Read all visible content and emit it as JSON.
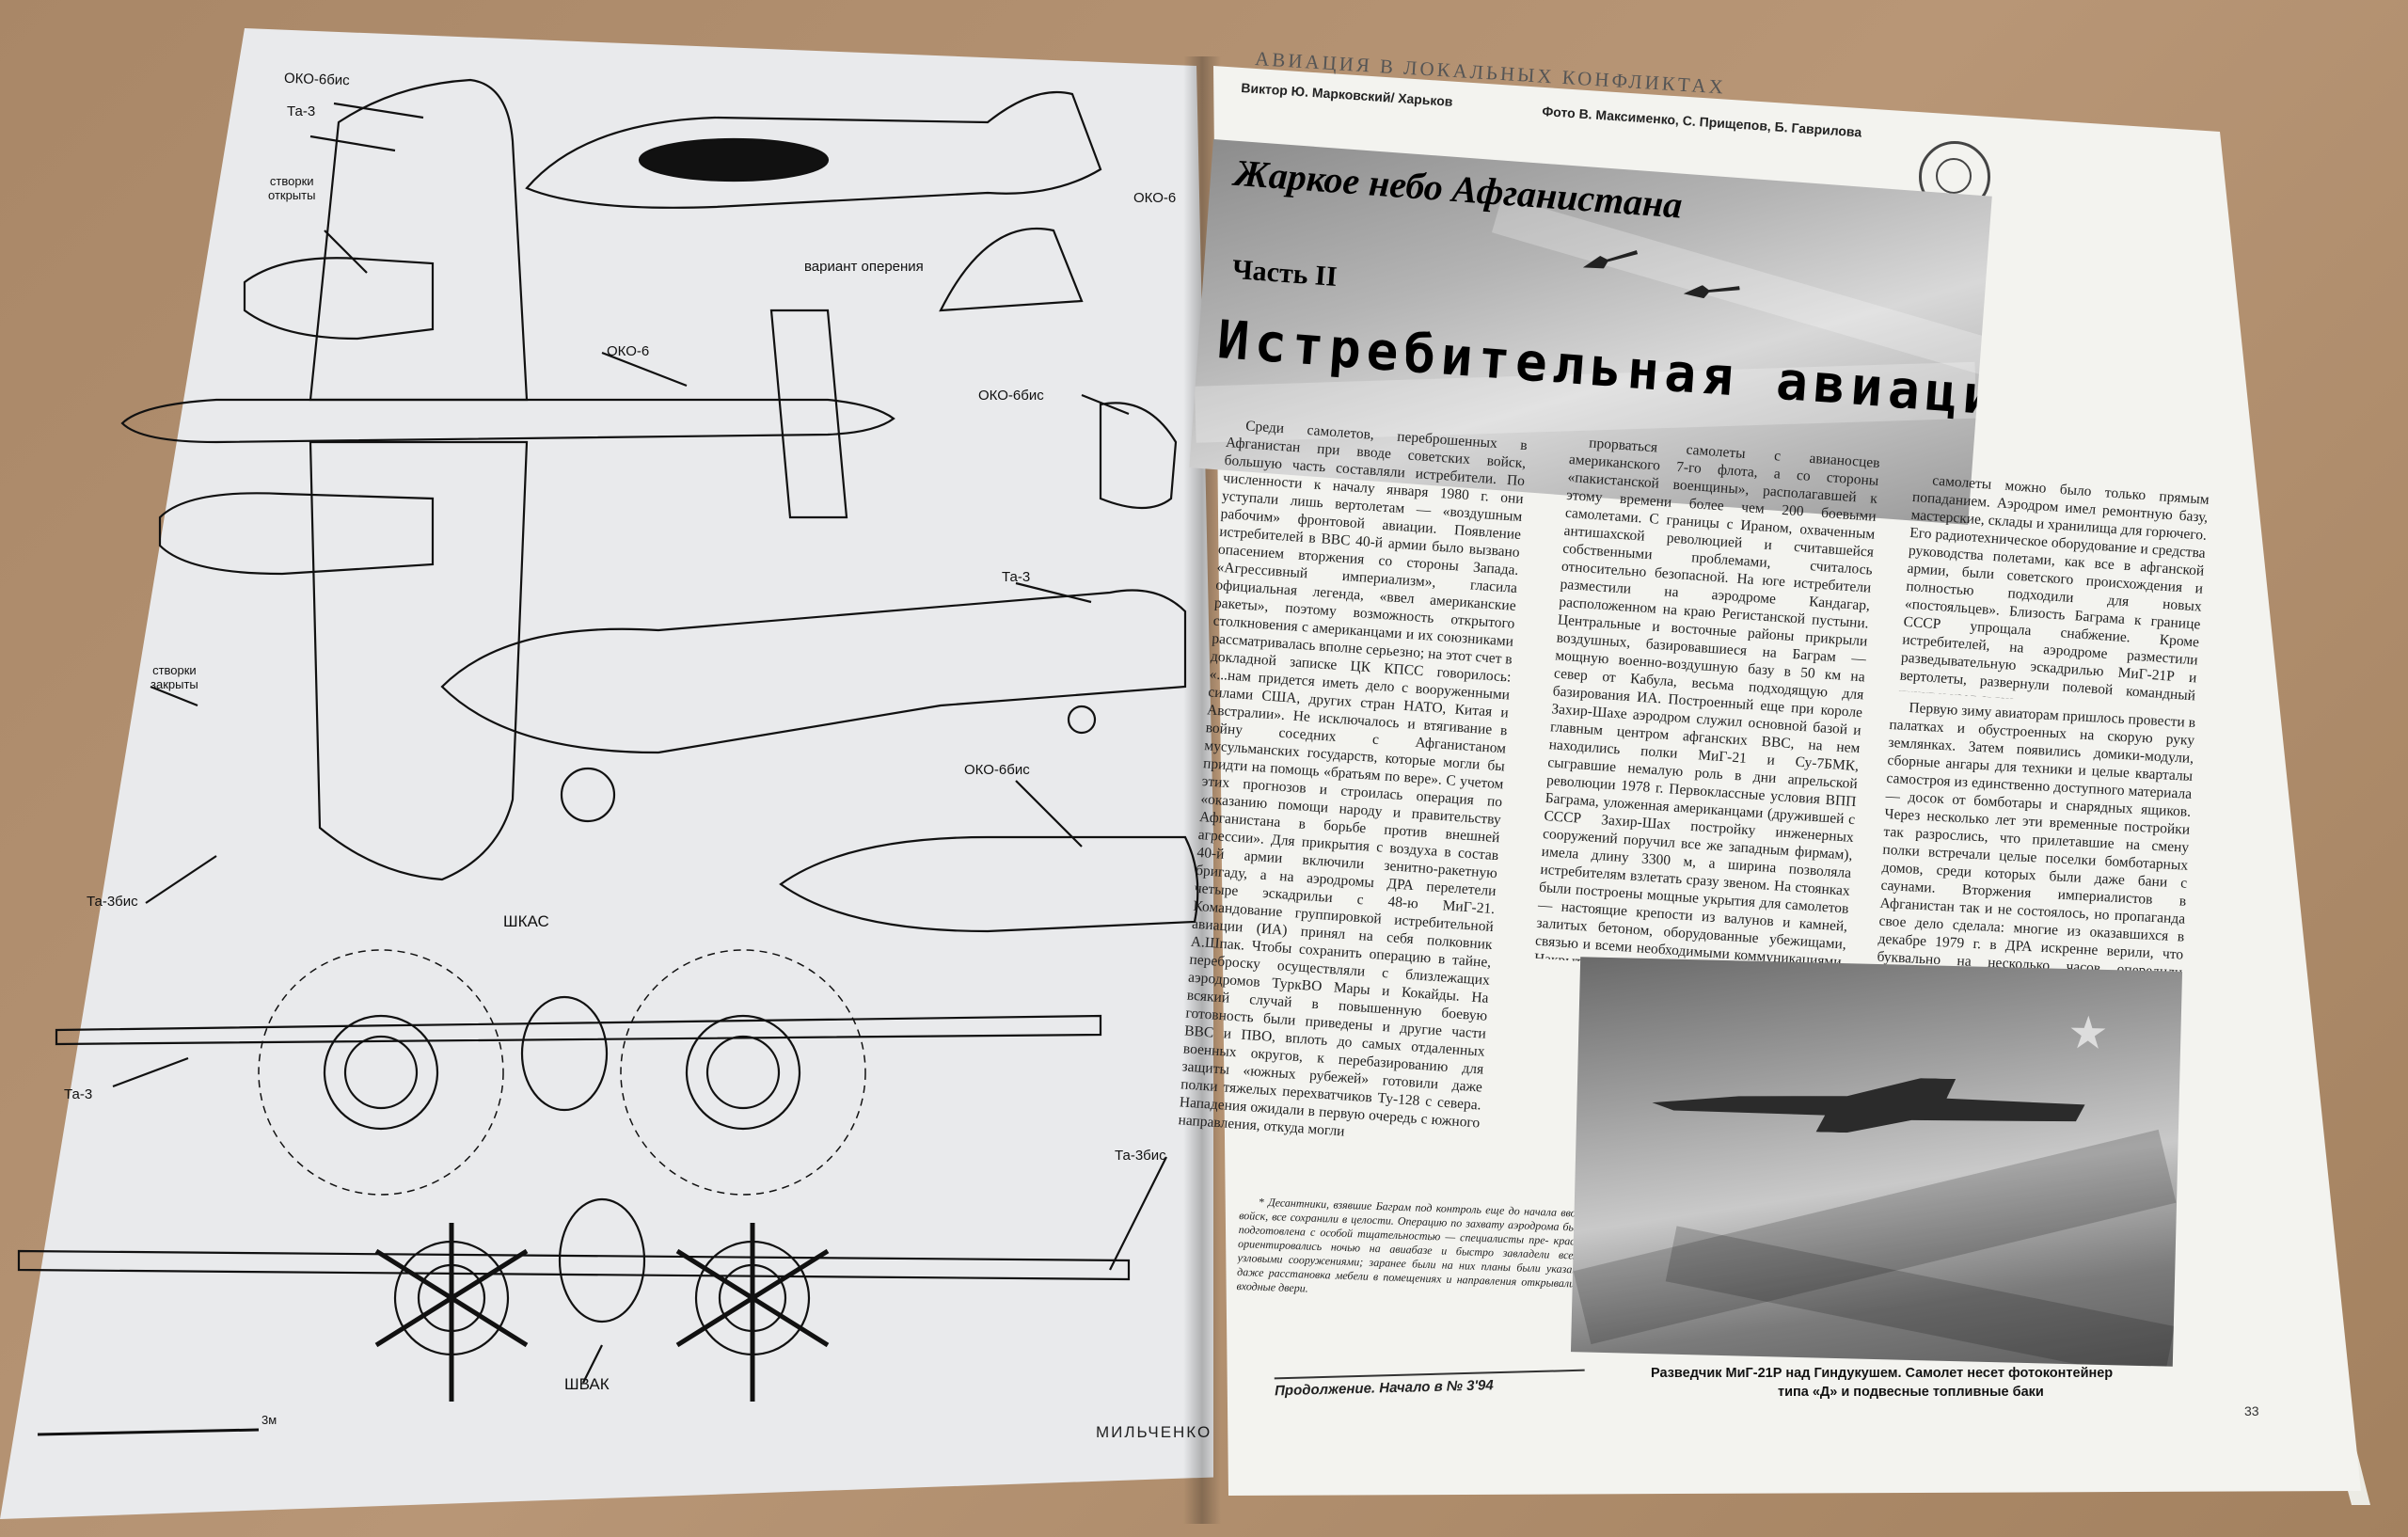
{
  "left_page": {
    "labels": {
      "oko6bis_top": "ОКО-6бис",
      "ta3_top": "Та-3",
      "stvorki_open": "створки\nоткрыты",
      "oko6_side": "ОКО-6",
      "variant": "вариант оперения",
      "oko6_mid": "ОКО-6",
      "oko6bis_tail": "ОКО-6бис",
      "ta3_mid": "Та-3",
      "stvorki_closed": "створки\nзакрыты",
      "oko6bis_nose": "ОКО-6бис",
      "ta3bis_left": "Та-3бис",
      "shkas": "ШКАС",
      "ta3_front": "Та-3",
      "ta3bis_front": "Та-3бис",
      "shvak": "ШВАК",
      "scale": "3м",
      "signature": "МИЛЬЧЕНКО"
    }
  },
  "right_page": {
    "rubric": "АВИАЦИЯ В ЛОКАЛЬНЫХ КОНФЛИКТАХ",
    "author": "Виктор Ю. Марковский/ Харьков",
    "photo_credit": "Фото В. Максименко, С. Прищепов, Б. Гаврилова",
    "title": "Жаркое небо Афганистана",
    "part": "Часть II",
    "subtitle": "Истребительная авиация",
    "col1": "Среди самолетов, переброшенных в Афганистан при вводе советских войск, большую часть составляли истребители. По численности к началу января 1980 г. они уступали лишь вертолетам — «воздушным рабочим» фронтовой авиации. Появление истребителей в ВВС 40-й армии было вызвано опасением вторжения со стороны Запада. «Агрессивный империализм», гласила официальная легенда, «ввел американские ракеты», поэтому возможность открытого столкновения с американцами и их союзниками рассматривалась вполне серьезно; на этот счет в докладной записке ЦК КПСС говорилось: «...нам придется иметь дело с вооруженными силами США, других стран НАТО, Китая и Австралии». Не исключалось и втягивание в войну соседних с Афганистаном мусульманских государств, которые могли бы придти на помощь «братьям по вере». С учетом этих прогнозов и строилась операция по «оказанию помощи народу и правительству Афганистана в борьбе против внешней агрессии». Для прикрытия с воздуха в состав 40-й армии включили зенитно-ракетную бригаду, а на аэродромы ДРА перелетели четыре эскадрильи с 48-ю МиГ-21. Командование группировкой истребительной авиации (ИА) принял на себя полковник А.Шпак. Чтобы сохранить операцию в тайне, переброску осуществляли с близлежащих аэродромов ТуркВО Мары и Кокайды. На всякий случай в повышенную боевую готовность были приведены и другие части ВВС и ПВО, вплоть до самых отдаленных военных округов, к перебазированию для защиты «южных рубежей» готовили даже полки тяжелых перехватчиков Ту-128 с севера. Нападения ожидали в первую очередь с южного направления, откуда могли",
    "footnote": "* Десантники, взявшие Баграм под контроль еще до начала ввода войск, все сохранили в целости. Операцию по захвату аэродрома была подготовлена с особой тщательностью — специалисты пре- красно ориентировались ночью на авиабазе и быстро завладели всеми узловыми сооружениями; заранее были на них планы были указаны даже расстановка мебели в помещениях и направления открывались входные двери.",
    "col2": "прорваться самолеты с авианосцев американского 7-го флота, а со стороны «пакистанской военщины», располагавшей к этому времени более чем 200 боевыми самолетами. С границы с Ираном, охваченным антишахской революцией и считавшейся собственными проблемами, считалось относительно безопасной. На юге истребители разместили на аэродроме Кандагар, расположенном на краю Регистанской пустыни. Центральные и восточные районы прикрыли воздушных, базировавшиеся на Баграм — мощную военно-воздушную базу в 50 км на север от Кабула, весьма подходящую для базирования ИА. Построенный еще при короле Захир-Шахе аэродром служил основной базой и главным центром афганских ВВС, на нем находились полки МиГ-21 и Су-7БМК, сыгравшие немалую роль в дни апрельской революции 1978 г. Первоклассные условия ВПП Баграма, уложенная американцами (дружившей с СССР Захир-Шах постройку инженерных сооружений поручил все же западным фирмам), имела длину 3300 м, а ширина позволяла истребителям взлетать сразу звеном. На стоянках были построены мощные укрытия для самолетов — настоящие крепости из валунов и камней, залитых бетоном, оборудованные убежищами, связью и всеми необходимыми коммуникациями. Накрыть стоящие в них",
    "col3a": "самолеты можно было только прямым попаданием. Аэродром имел ремонтную базу, мастерские, склады и хранилища для горючего. Его радиотехническое оборудование и средства руководства полетами, как все в афганской армии, были советского происхождения и полностью подходили для новых «постояльцев». Близость Баграма к границе СССР упрощала снабжение. Кроме истребителей, на аэродроме разместили разведывательную эскадрилью МиГ-21Р и вертолеты, развернули полевой командный пункт и узел связи.",
    "col3b": "Первую зиму авиаторам пришлось провести в палатках и обустроенных на скорую руку землянках. Затем появились домики-модули, сборные ангары для техники и целые кварталы самостроя из единственно доступного материала — досок от бомботары и снарядных ящиков. Через несколько лет эти временные постройки так разрослись, что прилетавшие на смену полки встречали целые поселки бомботарных домов, среди которых были даже бани с саунами. Вторжения империалистов в Афганистан так и не состоялось, но пропаганда свое дело сделала: многие из оказавшихся в декабре 1979 г. в ДРА искренне верили, что буквально на несколько часов опередили американцев и даже «слышали гул их самолетов».",
    "photo_caption_1": "Разведчик МиГ-21Р над Гиндукушем. Самолет несет фотоконтейнер",
    "photo_caption_2": "типа «Д» и подвесные топливные баки",
    "continued": "Продолжение. Начало в № 3'94",
    "page_number": "33"
  }
}
